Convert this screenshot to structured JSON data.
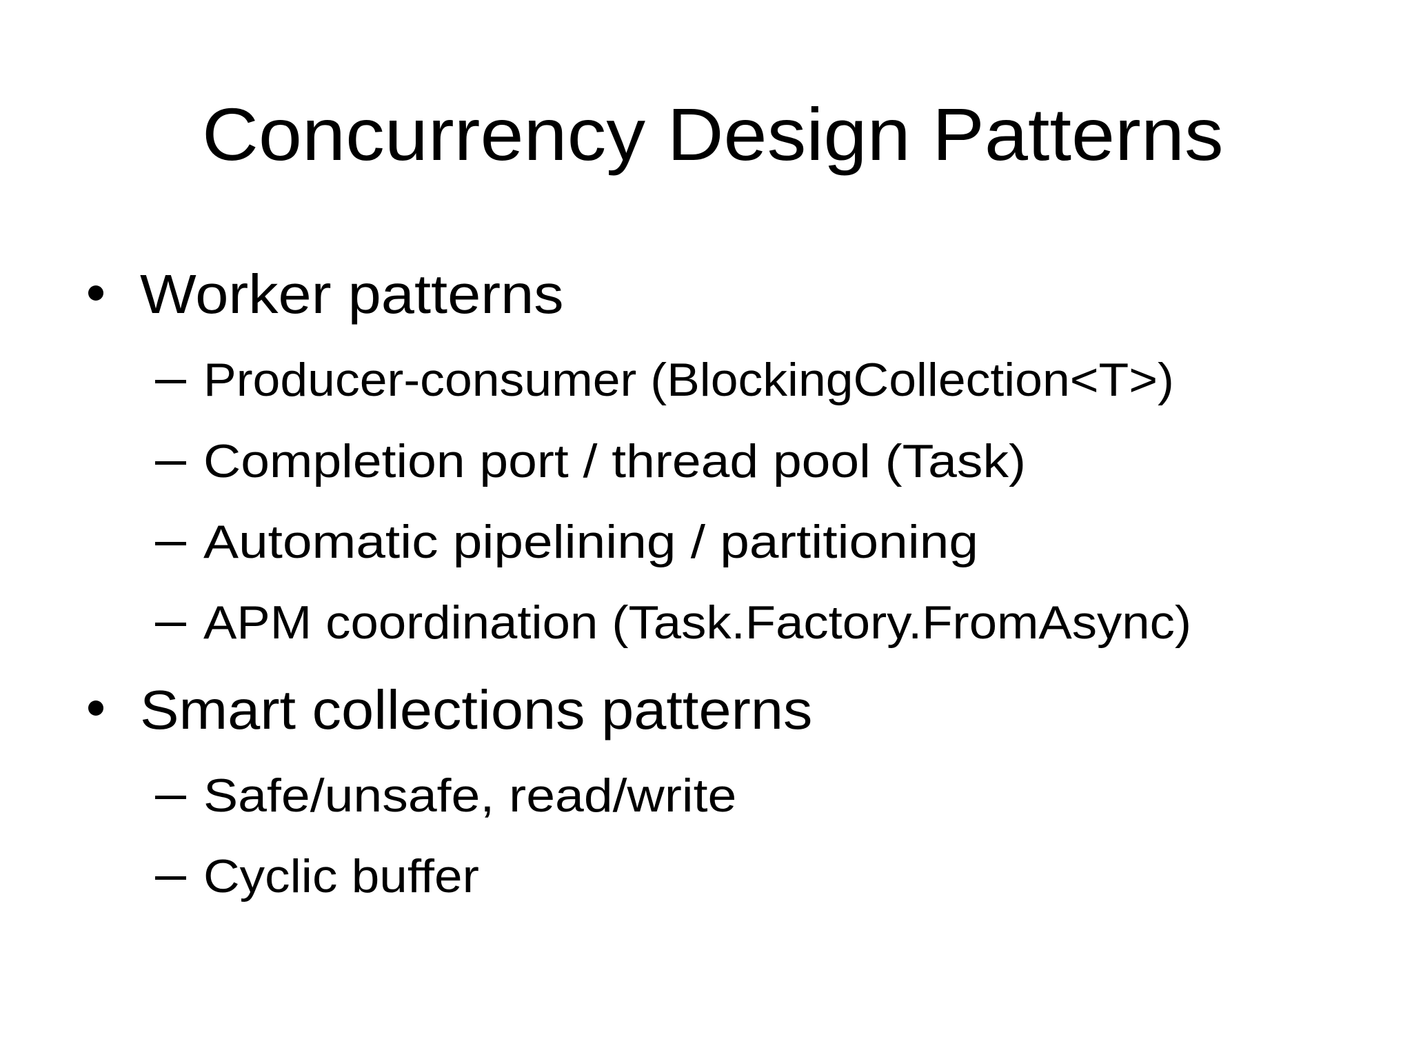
{
  "slide": {
    "title": "Concurrency Design Patterns",
    "bullets": [
      {
        "label": "Worker patterns",
        "children": [
          "Producer-consumer (BlockingCollection<T>)",
          "Completion port / thread pool (Task)",
          "Automatic pipelining / partitioning",
          "APM coordination (Task.Factory.FromAsync)"
        ]
      },
      {
        "label": "Smart collections patterns",
        "children": [
          "Safe/unsafe, read/write",
          "Cyclic buffer"
        ]
      }
    ],
    "markers": {
      "level1": "bullet-dot",
      "level2": "en-dash"
    },
    "colors": {
      "background": "#ffffff",
      "text": "#000000"
    }
  }
}
